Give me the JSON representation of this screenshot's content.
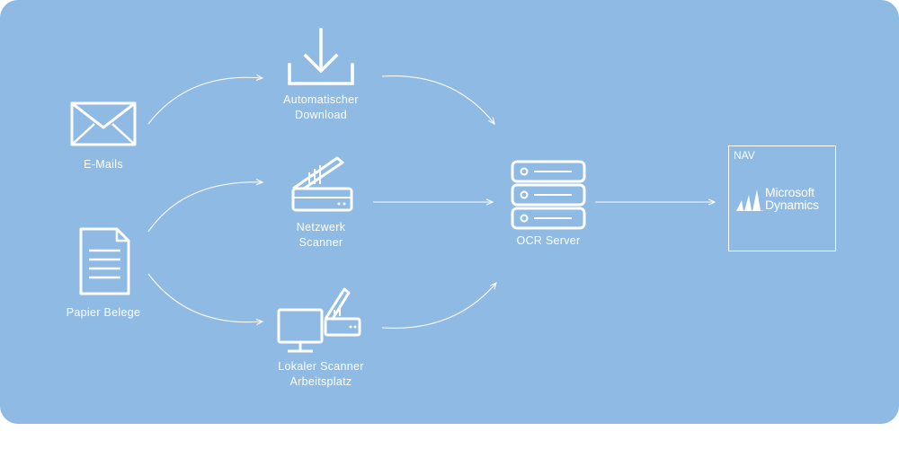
{
  "sources": {
    "emails": {
      "label": "E-Mails",
      "icon": "envelope-icon"
    },
    "paper": {
      "label": "Papier Belege",
      "icon": "document-icon"
    }
  },
  "capture": {
    "download": {
      "line1": "Automatischer",
      "line2": "Download",
      "icon": "download-icon"
    },
    "network_scanner": {
      "line1": "Netzwerk",
      "line2": "Scanner",
      "icon": "scanner-icon"
    },
    "local_scanner": {
      "line1": "Lokaler Scanner",
      "line2": "Arbeitsplatz",
      "icon": "workstation-scanner-icon"
    }
  },
  "server": {
    "label": "OCR Server",
    "icon": "server-icon"
  },
  "target": {
    "tag": "NAV",
    "brand_line1": "Microsoft",
    "brand_line2": "Dynamics",
    "icon": "dynamics-logo"
  },
  "colors": {
    "background": "#8fbae3",
    "foreground": "#ffffff"
  }
}
